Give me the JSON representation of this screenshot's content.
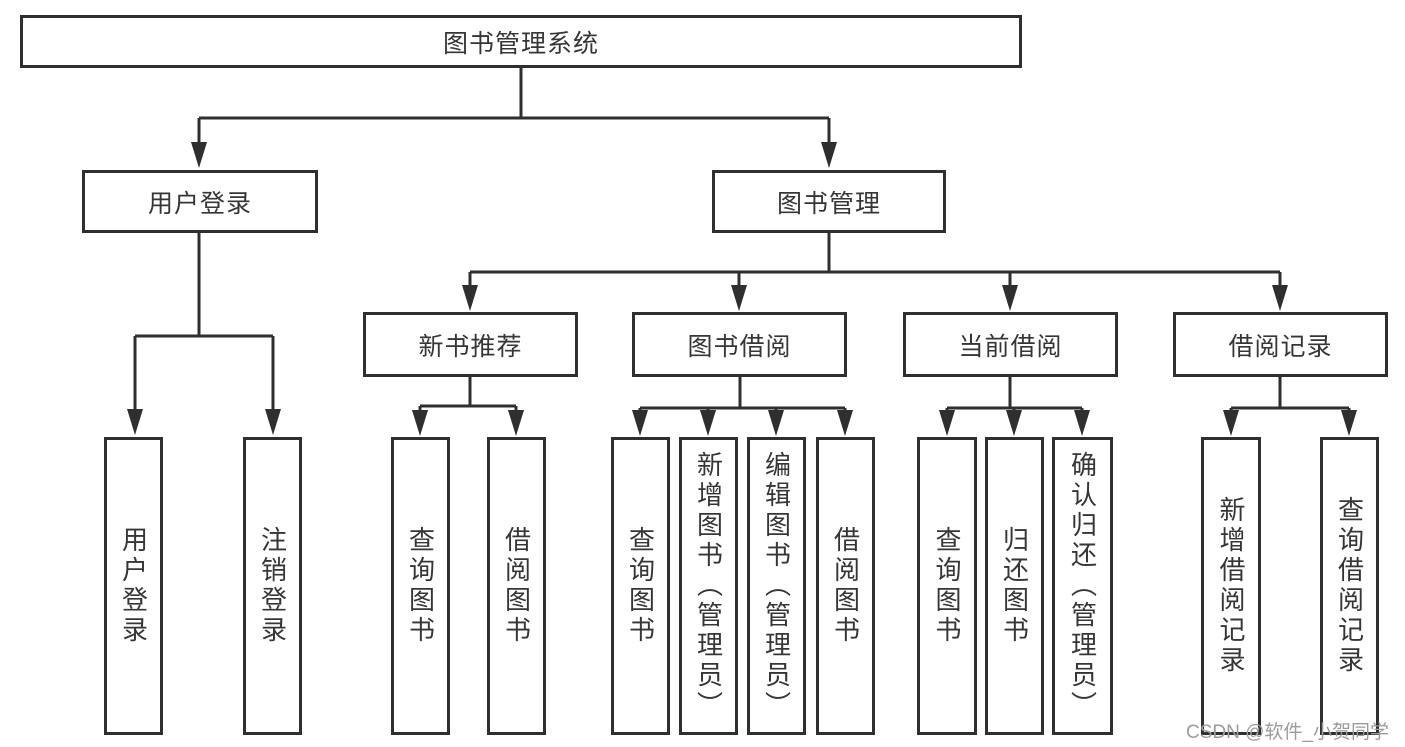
{
  "watermark": "CSDN @软件_小贺同学",
  "colors": {
    "line": "#2f2f2f",
    "border": "#2f2f2f",
    "text": "#363636",
    "watermark": "#9c9c9c",
    "background": "#ffffff"
  },
  "tree": {
    "root": "图书管理系统",
    "branches": [
      {
        "label": "用户登录",
        "leaves": [
          "用户登录",
          "注销登录"
        ]
      },
      {
        "label": "图书管理",
        "groups": [
          {
            "label": "新书推荐",
            "leaves": [
              "查询图书",
              "借阅图书"
            ]
          },
          {
            "label": "图书借阅",
            "leaves": [
              "查询图书",
              "新增图书（管理员）",
              "编辑图书（管理员）",
              "借阅图书"
            ]
          },
          {
            "label": "当前借阅",
            "leaves": [
              "查询图书",
              "归还图书",
              "确认归还（管理员）"
            ]
          },
          {
            "label": "借阅记录",
            "leaves": [
              "新增借阅记录",
              "查询借阅记录"
            ]
          }
        ]
      }
    ]
  }
}
